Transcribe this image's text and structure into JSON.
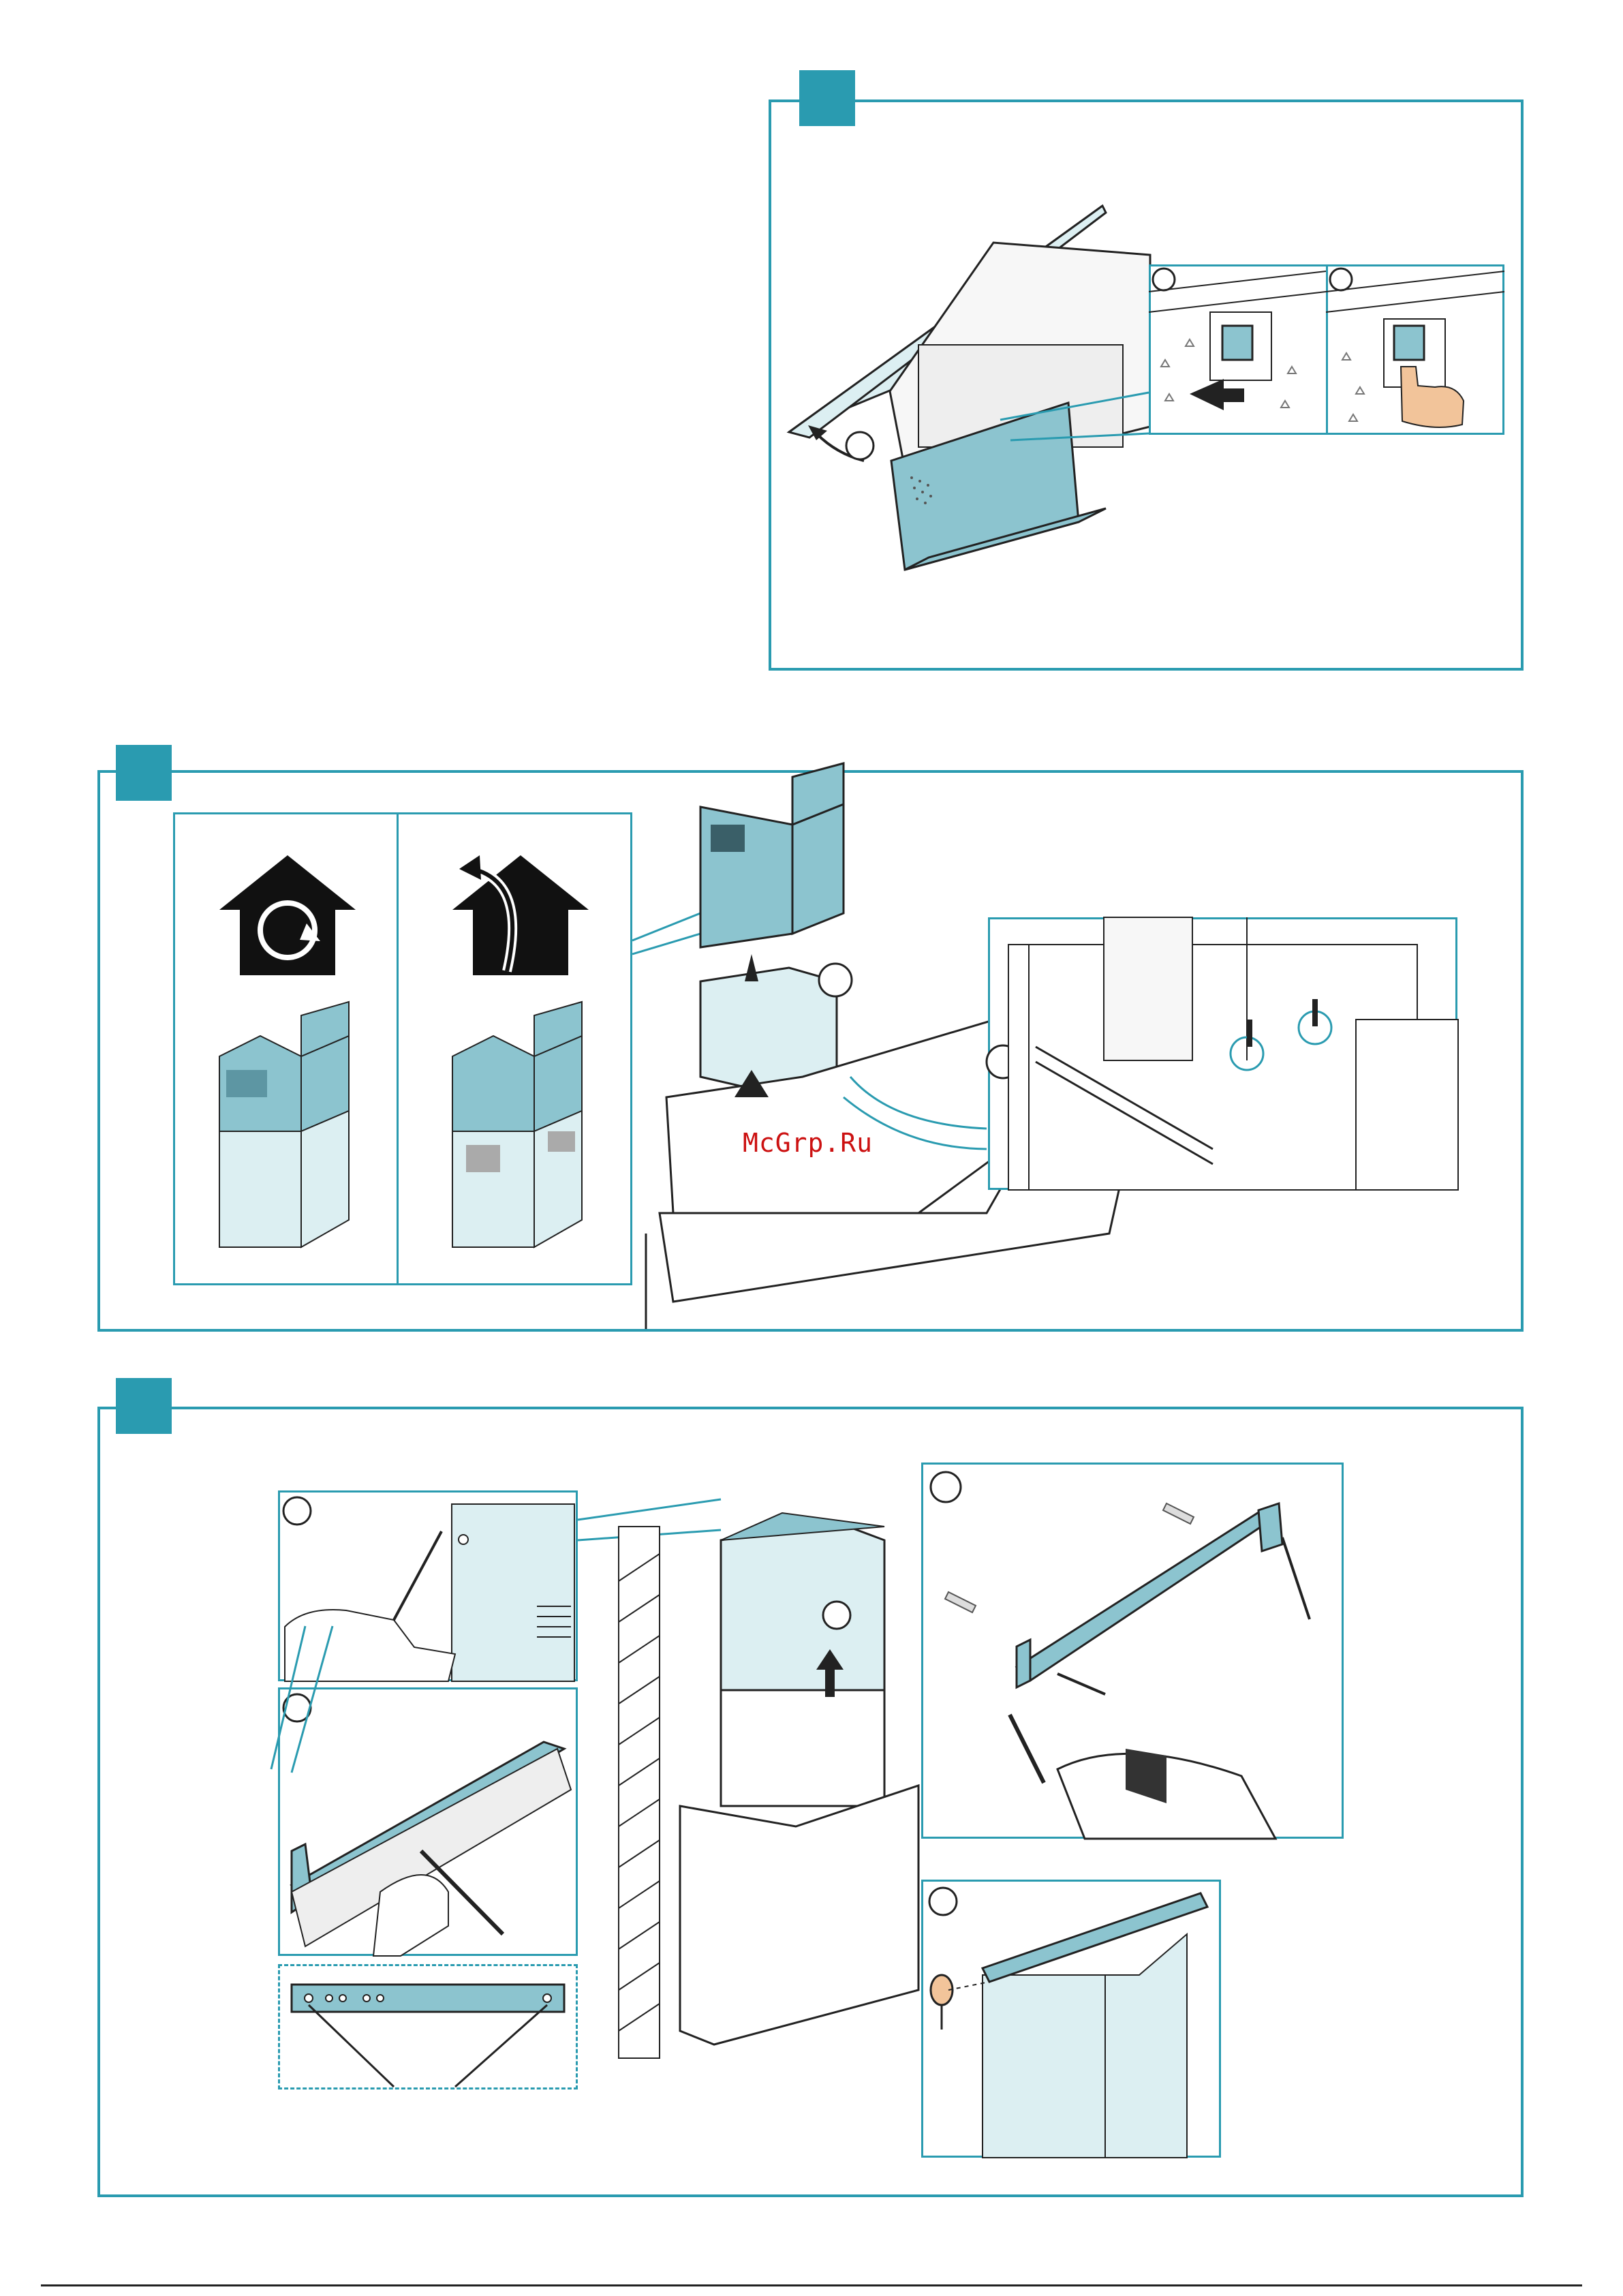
{
  "watermark": {
    "text": "McGrp.Ru"
  },
  "colors": {
    "accent": "#2a9bb0",
    "part_fill": "#8cc4cf",
    "light_fill": "#dceff2",
    "line": "#222222"
  },
  "steps": [
    {
      "icons": [
        "filter-removal-illustration",
        "circle-callout-icon",
        "arrow-icon"
      ]
    },
    {
      "icons": [
        "house-recirculation-icon",
        "house-extraction-icon",
        "chimney-illustration"
      ]
    },
    {
      "icons": [
        "pencil-mark-illustration",
        "bracket-illustration",
        "drill-illustration",
        "screw-icon"
      ]
    }
  ]
}
